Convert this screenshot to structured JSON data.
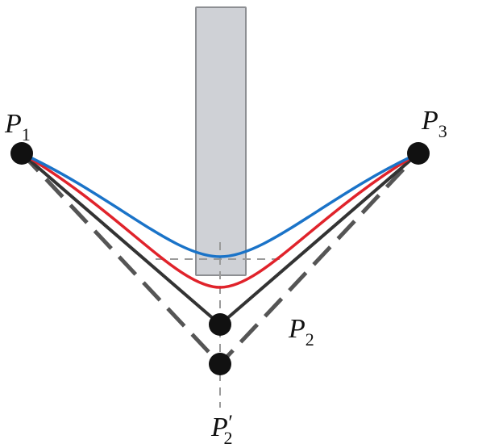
{
  "colors": {
    "background": "#ffffff",
    "obstacle_fill": "#cfd1d6",
    "obstacle_stroke": "#8d8f93",
    "control_polygon": "#333333",
    "shifted_polygon": "#555555",
    "guide_line": "#9a9a9a",
    "curve_red": "#e0232b",
    "curve_blue": "#1a73c8",
    "point_fill": "#111111"
  },
  "labels": {
    "p1": {
      "letter": "P",
      "sub": "1",
      "prime": ""
    },
    "p3": {
      "letter": "P",
      "sub": "3",
      "prime": ""
    },
    "p2": {
      "letter": "P",
      "sub": "2",
      "prime": ""
    },
    "p2_prime": {
      "letter": "P",
      "sub": "2",
      "prime": "′"
    }
  }
}
